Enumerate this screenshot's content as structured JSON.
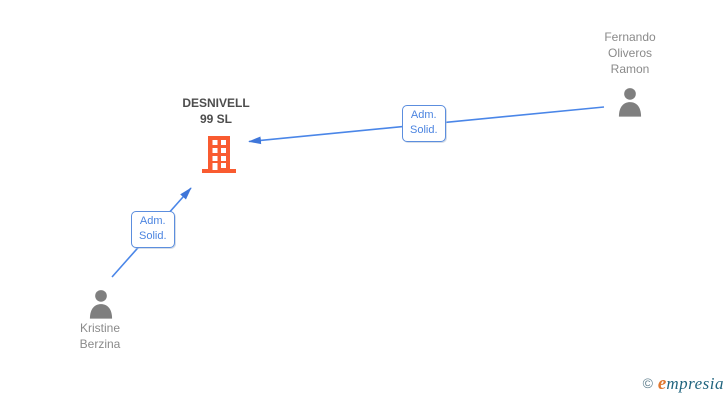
{
  "diagram": {
    "company": {
      "name": "DESNIVELL 99 SL",
      "line1": "DESNIVELL",
      "line2": "99 SL"
    },
    "persons": [
      {
        "name": "Fernando Oliveros Ramon",
        "lines": [
          "Fernando",
          "Oliveros",
          "Ramon"
        ]
      },
      {
        "name": "Kristine Berzina",
        "lines": [
          "Kristine",
          "Berzina"
        ]
      }
    ],
    "edges": [
      {
        "from": "Fernando Oliveros Ramon",
        "to": "DESNIVELL 99 SL",
        "label_line1": "Adm.",
        "label_line2": "Solid."
      },
      {
        "from": "Kristine Berzina",
        "to": "DESNIVELL 99 SL",
        "label_line1": "Adm.",
        "label_line2": "Solid."
      }
    ],
    "colors": {
      "edge_blue": "#4a86e8",
      "arrowhead_blue": "#3f76d9",
      "label_border_blue": "#5c8ede",
      "label_text_blue": "#4b84e0",
      "building_orange": "#f95b30",
      "person_gray": "#7f7f7f",
      "name_gray": "#8a8a8a",
      "company_text_gray": "#4d4d4d"
    }
  },
  "footer": {
    "copyright": "©",
    "brand_first": "e",
    "brand_rest": "mpresia",
    "brand_orange": "#e0772f",
    "brand_teal": "#21657f"
  }
}
